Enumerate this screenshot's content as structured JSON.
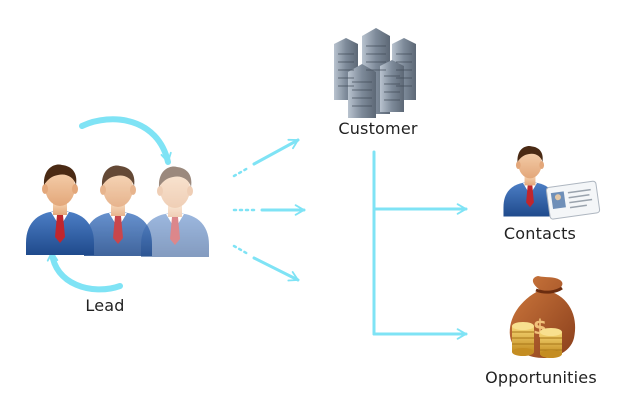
{
  "nodes": {
    "lead": {
      "label": "Lead",
      "icon": "business-people-icon"
    },
    "customer": {
      "label": "Customer",
      "icon": "skyscraper-buildings-icon"
    },
    "contacts": {
      "label": "Contacts",
      "icon": "businessman-id-card-icon"
    },
    "opportunities": {
      "label": "Opportunities",
      "icon": "money-bag-coins-icon"
    }
  },
  "colors": {
    "arrow": "#7fe3f5",
    "suit": "#2f5fa8",
    "skin": "#f2c49b",
    "hair": "#4a2a14",
    "tie": "#c0262d",
    "building": "#8d99a8",
    "bag": "#a8552a",
    "coin": "#e2b13c"
  }
}
